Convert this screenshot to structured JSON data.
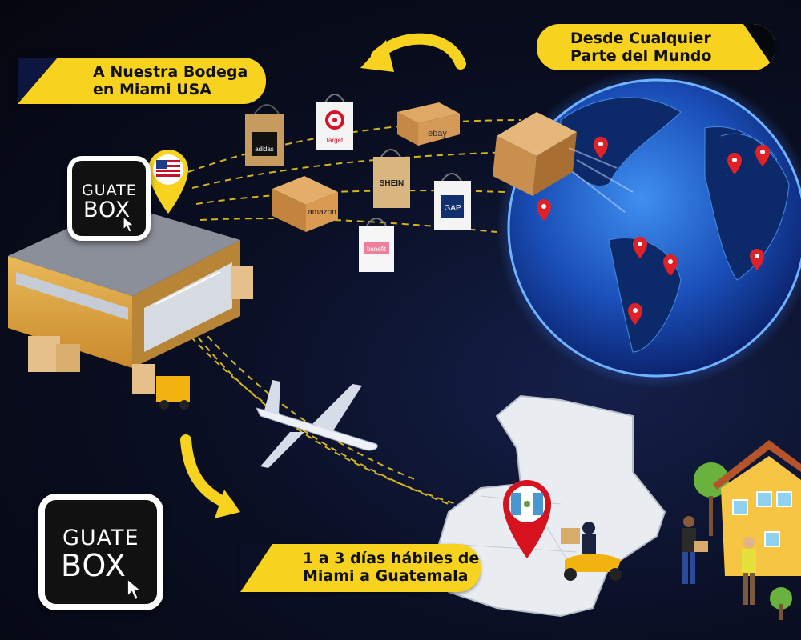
{
  "banners": {
    "bodega": {
      "line1": "A Nuestra Bodega",
      "line2": "en Miami USA"
    },
    "mundo": {
      "line1": "Desde Cualquier",
      "line2": "Parte del Mundo"
    },
    "dias": {
      "line1": "1 a 3 días hábiles de",
      "line2": "Miami a Guatemala"
    }
  },
  "logo": {
    "line1": "GUATE",
    "line2": "BOX"
  },
  "stores": {
    "adidas": "adidas",
    "target": "target",
    "ebay": "ebay",
    "shein": "SHEIN",
    "amazon": "amazon",
    "gap": "GAP",
    "benefit": "benefit"
  },
  "colors": {
    "accent_yellow": "#f7d21e",
    "background": "#05070f",
    "globe_ocean": "#1f5fd0",
    "pin_red": "#e02128"
  }
}
